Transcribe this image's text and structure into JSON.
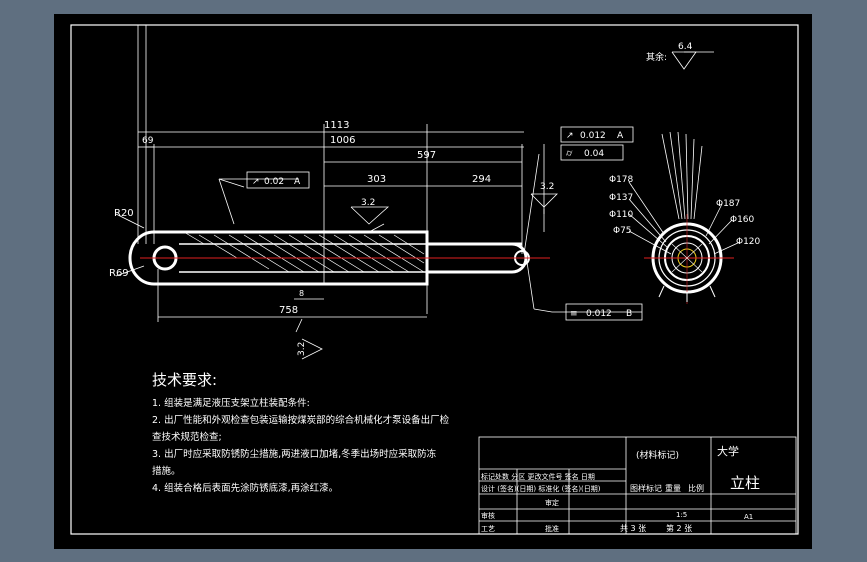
{
  "dimensions": {
    "overall_length": "1113",
    "length_1006": "1006",
    "length_597": "597",
    "length_303": "303",
    "length_294": "294",
    "offset_69": "69",
    "length_758": "758",
    "gap_8": "8",
    "radius_r20": "R20",
    "radius_r69": "R69"
  },
  "tolerances": {
    "straightness_main": "0.02",
    "datum_main": "A",
    "top_frame_1": "0.012",
    "top_frame_1_datum": "A",
    "top_frame_2": "0.04",
    "bottom_frame": "0.012",
    "bottom_frame_datum": "B"
  },
  "roughness": {
    "rod_surface": "3.2",
    "tube_surface": "3.2",
    "vertical_callout": "3.2",
    "remaining": "6.4",
    "remaining_label": "其余:"
  },
  "diameters": [
    "Φ178",
    "Φ137",
    "Φ110",
    "Φ75",
    "Φ187",
    "Φ160",
    "Φ120"
  ],
  "technical_requirements": {
    "title": "技术要求:",
    "items": [
      "1. 组装是满足液压支架立柱装配条件:",
      "2. 出厂性能和外观检查包装运输按煤炭部的综合机械化才泵设备出厂检",
      "查技术规范检查;",
      "3. 出厂时应采取防锈防尘措施,两进液口加堵,冬季出场时应采取防冻",
      "措施。",
      "4. 组装合格后表面先涂防锈底漆,再涂红漆。"
    ]
  },
  "title_block": {
    "material_mark": "(材料标记)",
    "university": "大学",
    "part_name": "立柱",
    "drawing_no": "A1",
    "row_mark": "标记处数  分区  更改文件号  签名  日期",
    "row_design": "设计 (签名)(日期) 标准化 (签名)(日期)",
    "stage_mark": "图样标记",
    "weight": "重量",
    "scale": "比例",
    "approve": "审定",
    "check": "审核",
    "process": "工艺",
    "ratify": "批准",
    "scale_value": "1:5",
    "total_sheets": "共 3 张",
    "sheet_no": "第 2 张"
  }
}
